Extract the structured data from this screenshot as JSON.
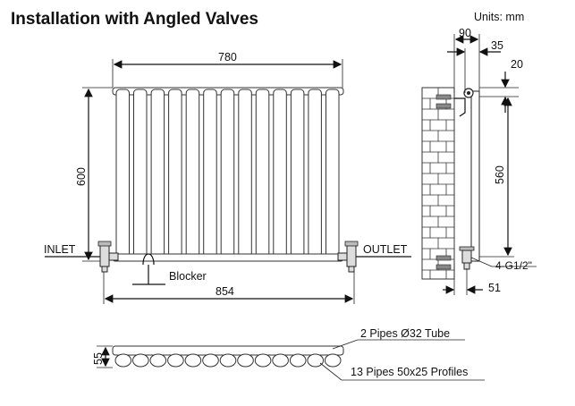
{
  "title": "Installation with Angled Valves",
  "units": "Units: mm",
  "front": {
    "width_top": "780",
    "height": "600",
    "width_bottom": "854",
    "inlet": "INLET",
    "outlet": "OUTLET",
    "blocker": "Blocker",
    "pipe_count": 13
  },
  "side": {
    "dim_90": "90",
    "dim_35": "35",
    "dim_20": "20",
    "dim_560": "560",
    "thread": "4-G1/2\"",
    "dim_51": "51"
  },
  "top_view": {
    "depth": "55",
    "tube_label": "2 Pipes Ø32  Tube",
    "profile_label": "13 Pipes 50x25   Profiles"
  },
  "colors": {
    "line": "#111111",
    "brick": "#333333",
    "valve_fill": "#dddddd"
  }
}
